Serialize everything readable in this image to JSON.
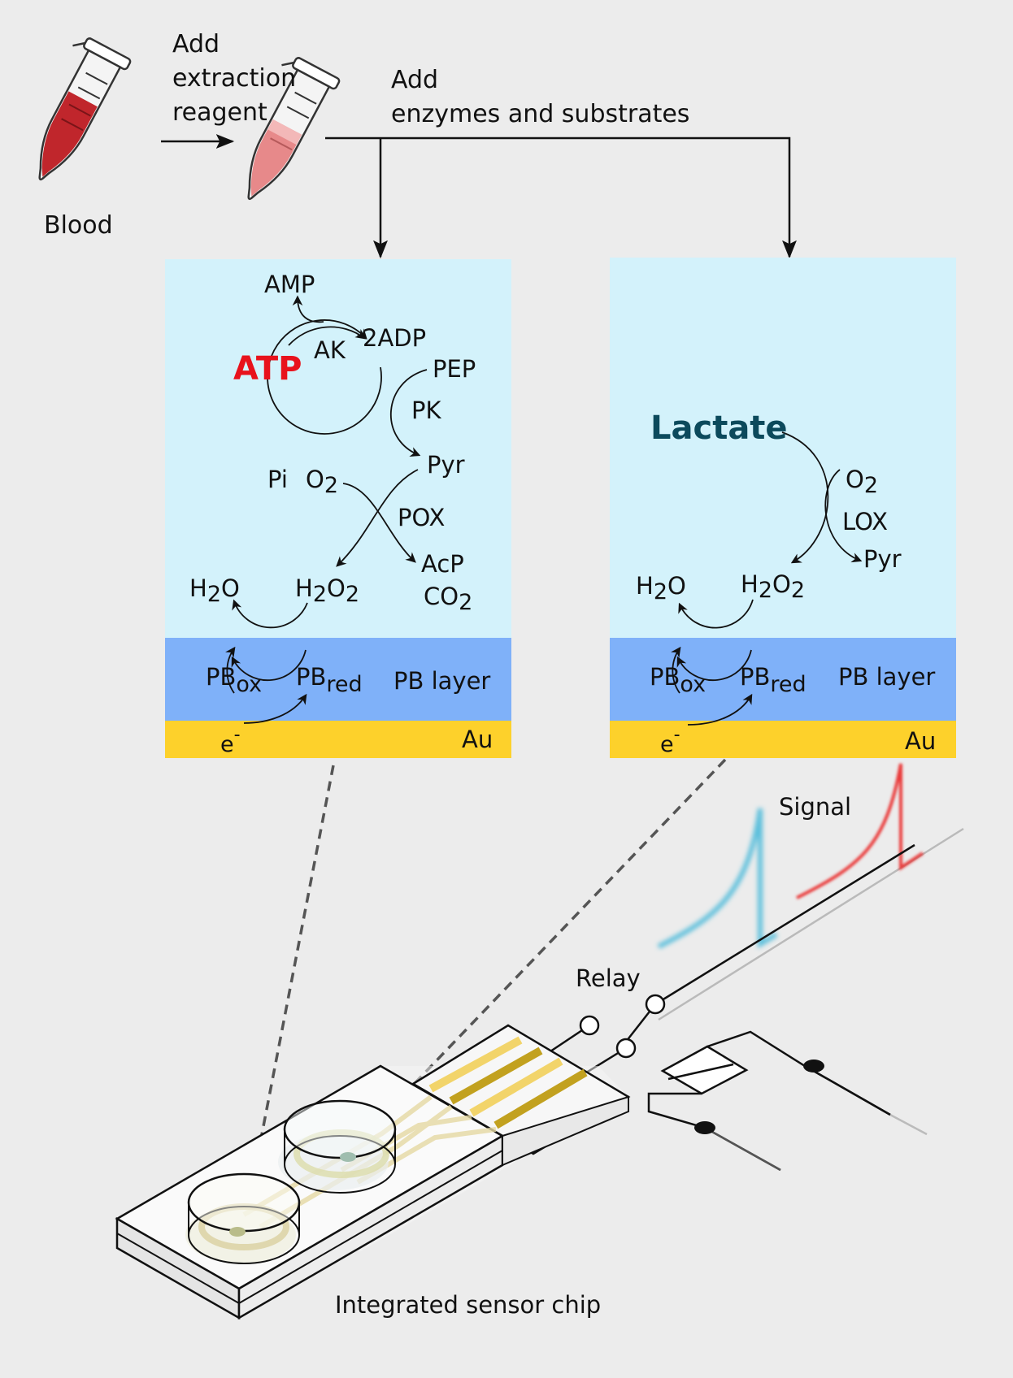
{
  "steps": {
    "blood_label": "Blood",
    "extraction_line1": "Add",
    "extraction_line2": "extraction",
    "extraction_line3": "reagent",
    "enzymes_line1": "Add",
    "enzymes_line2": "enzymes and substrates"
  },
  "atp_panel": {
    "amp": "AMP",
    "ak": "AK",
    "two_adp": "2ADP",
    "atp": "ATP",
    "pep": "PEP",
    "pk": "PK",
    "pyr": "Pyr",
    "pi": "Pi",
    "o2": "O",
    "pox": "POX",
    "acp": "AcP",
    "co2": "CO",
    "h2o": "H",
    "h2o2": "H",
    "pb_ox": "PB",
    "pb_red": "PB",
    "pb_layer": "PB layer",
    "electron": "e",
    "au": "Au"
  },
  "lactate_panel": {
    "lactate": "Lactate",
    "o2": "O",
    "lox": "LOX",
    "pyr": "Pyr",
    "h2o": "H",
    "h2o2": "H",
    "pb_ox": "PB",
    "pb_red": "PB",
    "pb_layer": "PB layer",
    "electron": "e",
    "au": "Au"
  },
  "subscripts": {
    "two": "2",
    "ox": "ox",
    "red": "red",
    "minus": "-",
    "o": "O"
  },
  "labels": {
    "signal": "Signal",
    "relay": "Relay",
    "chip": "Integrated sensor chip"
  },
  "colors": {
    "background": "#ececec",
    "panel_bg": "#d3f2fb",
    "pb_layer": "#7fb1f9",
    "au_layer": "#fdd12b",
    "blood": "#c0262c",
    "diluted_blood": "#e7898a",
    "atp_text": "#e8121c",
    "lactate_text": "#0c4a5c",
    "signal_blue": "#5bbfdc",
    "signal_red": "#ea3b3b"
  }
}
